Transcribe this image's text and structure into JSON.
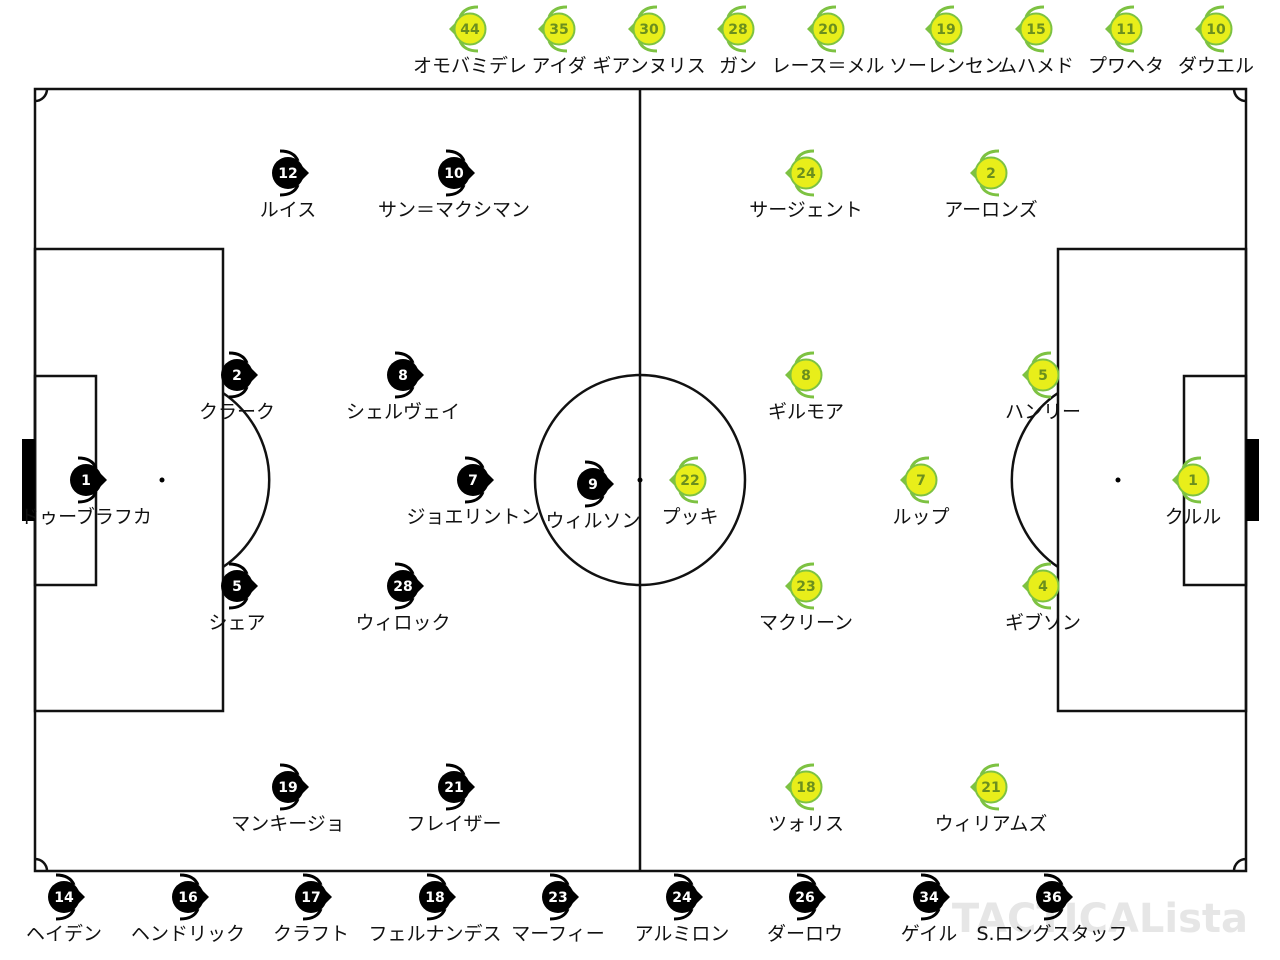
{
  "home_team": {
    "color": "#000000",
    "number_color": "#ffffff",
    "starters": [
      {
        "number": "1",
        "name": "ドゥーブラフカ"
      },
      {
        "number": "2",
        "name": "クラーク"
      },
      {
        "number": "5",
        "name": "シェア"
      },
      {
        "number": "12",
        "name": "ルイス"
      },
      {
        "number": "10",
        "name": "サン＝マクシマン"
      },
      {
        "number": "8",
        "name": "シェルヴェイ"
      },
      {
        "number": "7",
        "name": "ジョエリントン"
      },
      {
        "number": "28",
        "name": "ウィロック"
      },
      {
        "number": "9",
        "name": "ウィルソン"
      },
      {
        "number": "19",
        "name": "マンキージョ"
      },
      {
        "number": "21",
        "name": "フレイザー"
      }
    ],
    "substitutes": [
      {
        "number": "14",
        "name": "ヘイデン"
      },
      {
        "number": "16",
        "name": "ヘンドリック"
      },
      {
        "number": "17",
        "name": "クラフト"
      },
      {
        "number": "18",
        "name": "フェルナンデス"
      },
      {
        "number": "23",
        "name": "マーフィー"
      },
      {
        "number": "24",
        "name": "アルミロン"
      },
      {
        "number": "26",
        "name": "ダーロウ"
      },
      {
        "number": "34",
        "name": "ゲイル"
      },
      {
        "number": "36",
        "name": "S.ロングスタッフ"
      }
    ]
  },
  "away_team": {
    "color": "#e8ee1a",
    "accent": "#7dc242",
    "number_color": "#6b8f1e",
    "starters": [
      {
        "number": "1",
        "name": "クルル"
      },
      {
        "number": "5",
        "name": "ハンリー"
      },
      {
        "number": "4",
        "name": "ギブソン"
      },
      {
        "number": "2",
        "name": "アーロンズ"
      },
      {
        "number": "24",
        "name": "サージェント"
      },
      {
        "number": "8",
        "name": "ギルモア"
      },
      {
        "number": "7",
        "name": "ルップ"
      },
      {
        "number": "23",
        "name": "マクリーン"
      },
      {
        "number": "22",
        "name": "プッキ"
      },
      {
        "number": "18",
        "name": "ツォリス"
      },
      {
        "number": "21",
        "name": "ウィリアムズ"
      }
    ],
    "substitutes": [
      {
        "number": "44",
        "name": "オモバミデレ"
      },
      {
        "number": "35",
        "name": "アイダ"
      },
      {
        "number": "30",
        "name": "ギアンヌリス"
      },
      {
        "number": "28",
        "name": "ガン"
      },
      {
        "number": "20",
        "name": "レース＝メル"
      },
      {
        "number": "19",
        "name": "ソーレンセン"
      },
      {
        "number": "15",
        "name": "ムハメド"
      },
      {
        "number": "11",
        "name": "プワヘタ"
      },
      {
        "number": "10",
        "name": "ダウエル"
      }
    ]
  },
  "watermark": "TACTICALista"
}
